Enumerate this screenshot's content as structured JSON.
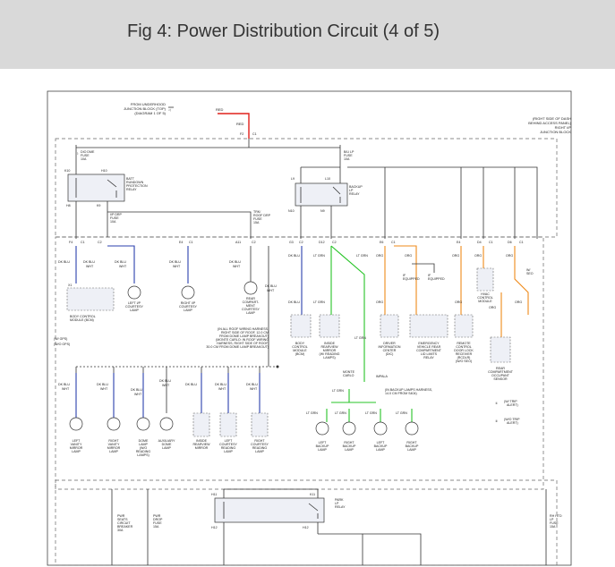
{
  "header": {
    "title": "Fig 4: Power Distribution Circuit (4 of 5)"
  },
  "colors": {
    "header_bg": "#d9d9d9",
    "red": "#e0201b",
    "blue": "#2b3fae",
    "green": "#27c427",
    "orange": "#ef8a1a"
  },
  "diagram": {
    "source": [
      "FROM UNDERHOOD",
      "JUNCTION BLOCK (TOP)",
      "(DIAGRAM 1 OF 5)"
    ],
    "wire_red": "RED",
    "junction_block": [
      "(RIGHT SIDE OF DASH",
      "BEHIND ACCESS PANEL)",
      "RIGHT I/P",
      "JUNCTION BLOCK"
    ],
    "fuses": {
      "dome_fuse": [
        "DIO DME",
        "FUSE",
        "10A"
      ],
      "bu_lp_fuse": [
        "B/U LP",
        "FUSE",
        "10A"
      ],
      "ip_drp_fuse": [
        "I/P DRP",
        "FUSE",
        "10A"
      ],
      "trk_roof_drp_fuse": [
        "TRK/",
        "ROOF DRP",
        "FUSE",
        "15A"
      ],
      "pwr_seats_cb": [
        "PWR",
        "SEATS",
        "CIRCUIT",
        "BREAKER",
        "30A"
      ],
      "pwr_drop_fuse": [
        "PWR",
        "DROP",
        "FUSE",
        "15A"
      ],
      "rh_htd_fuse": [
        "RH HTD",
        "LP",
        "FUSE",
        "15A"
      ]
    },
    "relays": {
      "batt_rundown": [
        "BATT",
        "RUNDOWN",
        "PROTECTION",
        "RELAY"
      ],
      "backup_lp": [
        "BACKUP",
        "LP",
        "RELAY"
      ],
      "park_lp": [
        "PARK",
        "LP",
        "RELAY"
      ]
    },
    "wire_labels": {
      "dk_blu": "DK BLU",
      "wht": "WHT",
      "lt_grn": "LT GRN",
      "org": "ORG"
    },
    "components": {
      "bcm": [
        "BODY CONTROL",
        "MODULE (BCM)"
      ],
      "left_ip_courtesy": [
        "LEFT I/P",
        "COURTESY",
        "LAMP"
      ],
      "right_ip_courtesy": [
        "RIGHT I/P",
        "COURTESY",
        "LAMP"
      ],
      "rear_compartment_lamp": [
        "REAR",
        "COMPART-",
        "MENT",
        "COURTESY",
        "LAMP"
      ],
      "bcm2": [
        "BODY",
        "CONTROL",
        "MODULE",
        "(BCM)"
      ],
      "inside_mirror": [
        "INSIDE",
        "REARVIEW",
        "MIRROR",
        "(W/ READING",
        "LAMPS)"
      ],
      "dic": [
        "DRIVER",
        "INFORMATION",
        "CENTER",
        "(DIC)"
      ],
      "emergency_release": [
        "EMERGENCY",
        "VEHICLE REAR",
        "COMPARTMENT",
        "LID LIMITS",
        "RELAY"
      ],
      "remote_door_lock": [
        "REMOTE",
        "CONTROL",
        "DOOR LOCK",
        "RECEIVER",
        "(RCDLR)",
        "(W/O SEO)"
      ],
      "hvac_module": [
        "HVAC",
        "CONTROL",
        "MODULE"
      ],
      "rear_occupant_sensor": [
        "REAR",
        "COMPARTMENT",
        "OCCUPANT",
        "SENSOR"
      ]
    },
    "lower_lamps": [
      [
        "LEFT",
        "VANITY",
        "MIRROR",
        "LAMP"
      ],
      [
        "RIGHT",
        "VANITY",
        "MIRROR",
        "LAMP"
      ],
      [
        "DOME",
        "LAMP",
        "(W/O",
        "READING",
        "LAMPS)"
      ],
      [
        "AUXILIARY",
        "DOME",
        "LAMP"
      ],
      [
        "INSIDE",
        "REARVIEW",
        "MIRROR"
      ],
      [
        "LEFT",
        "COURTESY",
        "READING",
        "LAMP"
      ],
      [
        "RIGHT",
        "COURTESY",
        "READING",
        "LAMP"
      ]
    ],
    "backup_lamps": [
      [
        "LEFT",
        "BACKUP",
        "LAMP"
      ],
      [
        "RIGHT",
        "BACKUP",
        "LAMP"
      ],
      [
        "LEFT",
        "BACKUP",
        "LAMP"
      ],
      [
        "RIGHT",
        "BACKUP",
        "LAMP"
      ]
    ],
    "notes": {
      "roof_harness": [
        "(IN ALL ROOF WIRING HARNESS,",
        "RIGHT SIDE OF ROOF, 12.0 CM",
        "FROM DOME LAMP BREAKOUT)",
        "(MONTE CARLO: IN ROOF WIRING",
        "HARNESS, RIGHT SIDE OF ROOF,",
        "30.0 CM FROM DOME LAMP BREAKOUT)"
      ],
      "backup_harness": [
        "(IN BACKUP LAMPS HARNESS,",
        "14.0 CM FROM S404)"
      ],
      "monte_carlo": [
        "MONTE",
        "CARLO"
      ],
      "impala": "IMPALA",
      "gps": "(W/ GPS)",
      "wo_gps": "(W/O GPS)",
      "if_equipped": [
        "IF",
        "EQUIPPED"
      ],
      "w_trip_alert": [
        "(W/ TRIP",
        "ALERT)"
      ],
      "wo_trip_alert": [
        "(W/O TRIP",
        "ALERT)"
      ],
      "w_seo": [
        "W/",
        "SEO"
      ]
    }
  }
}
